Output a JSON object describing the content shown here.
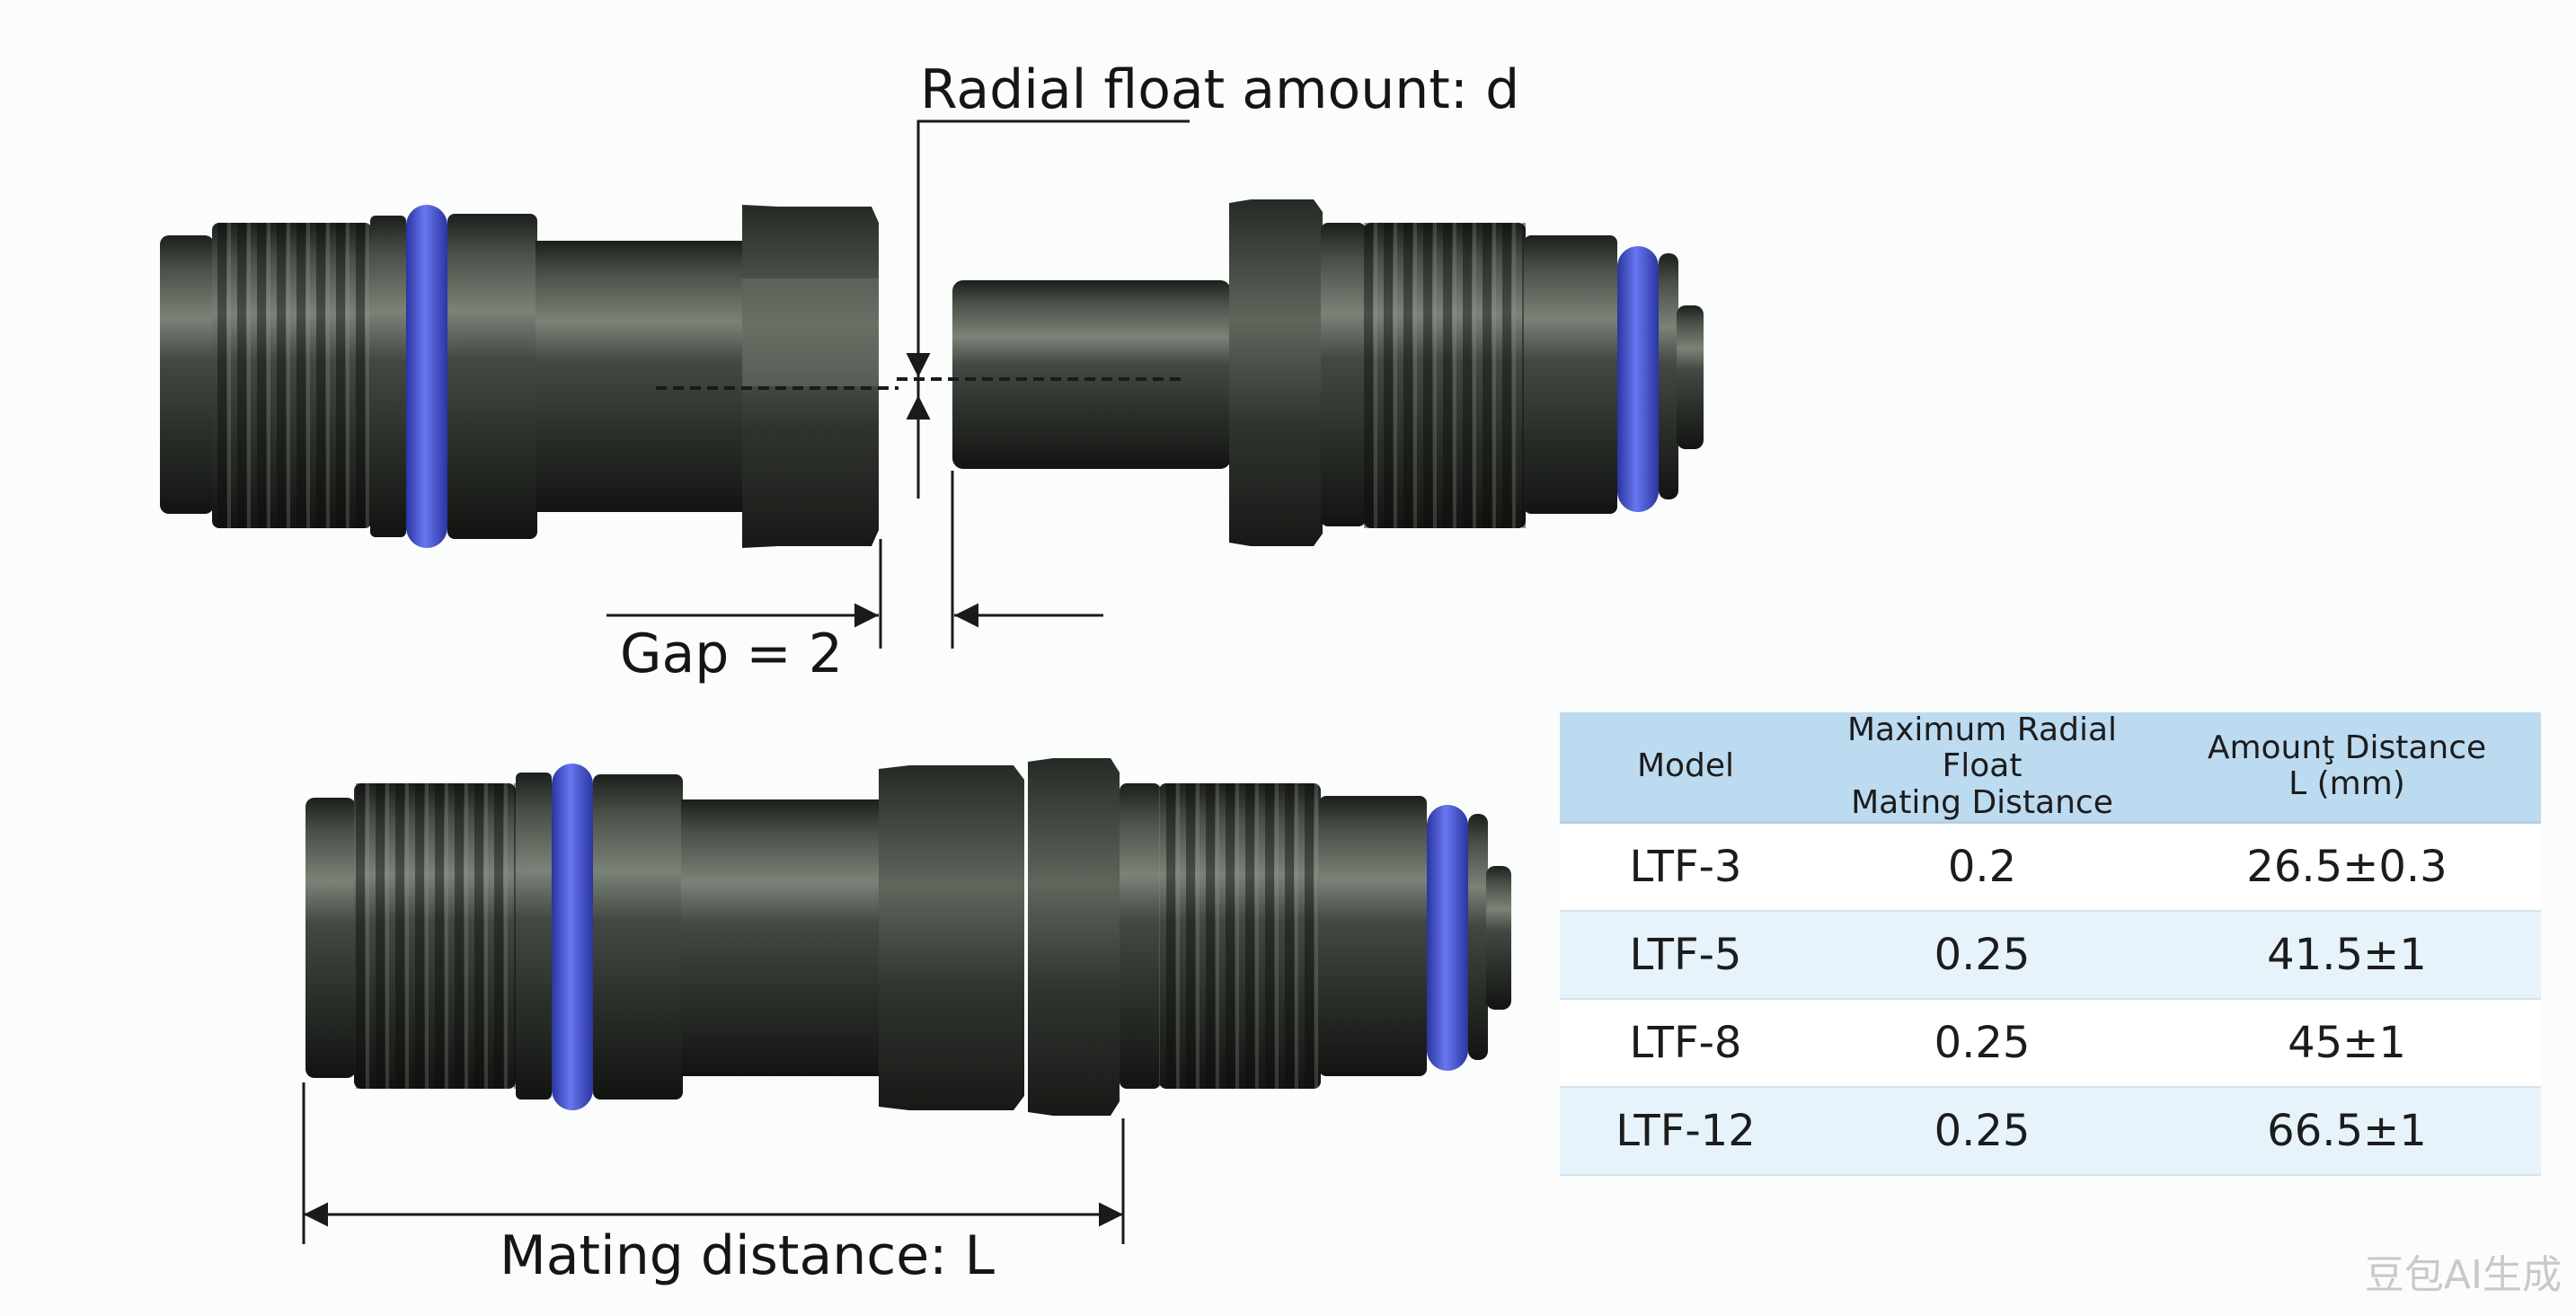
{
  "labels": {
    "radial_float": "Radial float amount: d",
    "gap": "Gap = 2",
    "mating_distance": "Mating distance: L"
  },
  "table": {
    "headers": {
      "model": "Model",
      "radial_line1": "Maximum Radial Float",
      "radial_line2": "Mating Distance",
      "length_line1": "Amounţ Distance",
      "length_line2": "L (mm)"
    },
    "rows": [
      {
        "model": "LTF-3",
        "radial": "0.2",
        "length": "26.5±0.3"
      },
      {
        "model": "LTF-5",
        "radial": "0.25",
        "length": "41.5±1"
      },
      {
        "model": "LTF-8",
        "radial": "0.25",
        "length": "45±1"
      },
      {
        "model": "LTF-12",
        "radial": "0.25",
        "length": "66.5±1"
      }
    ]
  },
  "watermark": "豆包AI生成",
  "colors": {
    "metal": "#3b4039",
    "o_ring": "#4a5bd6",
    "table_header": "#bcdaf0",
    "table_alt_row": "#e7f3fb"
  }
}
